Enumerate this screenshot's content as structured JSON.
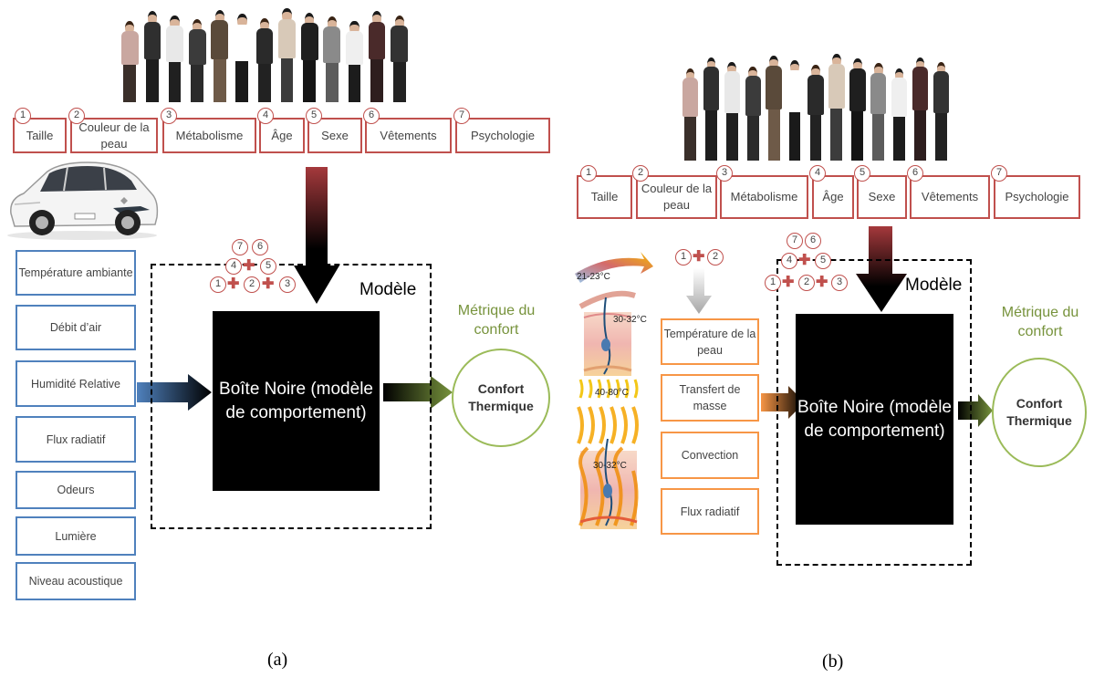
{
  "factors": [
    {
      "num": "1",
      "label": "Taille"
    },
    {
      "num": "2",
      "label": "Couleur de la peau"
    },
    {
      "num": "3",
      "label": "Métabolisme"
    },
    {
      "num": "4",
      "label": "Âge"
    },
    {
      "num": "5",
      "label": "Sexe"
    },
    {
      "num": "6",
      "label": "Vêtements"
    },
    {
      "num": "7",
      "label": "Psychologie"
    }
  ],
  "panel_a": {
    "inputs": [
      "Température ambiante",
      "Débit d’air",
      "Humidité Relative",
      "Flux radiatif",
      "Odeurs",
      "Lumière",
      "Niveau acoustique"
    ],
    "combo": {
      "n7": "7",
      "n6": "6",
      "n4": "4",
      "n5": "5",
      "n1": "1",
      "n2": "2",
      "n3": "3"
    },
    "model_label": "Modèle",
    "blackbox": "Boîte Noire (modèle de comportement)",
    "metric": "Métrique du confort",
    "comfort": "Confort Thermique",
    "caption": "(a)"
  },
  "panel_b": {
    "combo12": {
      "n1": "1",
      "n2": "2"
    },
    "skin_temps": [
      "21-23°C",
      "30-32°C",
      "40-80°C",
      "30-32°C"
    ],
    "inputs": [
      "Température de la peau",
      "Transfert de masse",
      "Convection",
      "Flux radiatif"
    ],
    "combo": {
      "n7": "7",
      "n6": "6",
      "n4": "4",
      "n5": "5",
      "n1": "1",
      "n2": "2",
      "n3": "3"
    },
    "model_label": "Modèle",
    "blackbox": "Boîte Noire (modèle de comportement)",
    "metric": "Métrique du confort",
    "comfort": "Confort Thermique",
    "caption": "(b)"
  },
  "colors": {
    "factor_border": "#c0504d",
    "input_border": "#4f81bd",
    "skin_border": "#f79646",
    "metric": "#77933c",
    "comfort_circle": "#9bbb59"
  }
}
